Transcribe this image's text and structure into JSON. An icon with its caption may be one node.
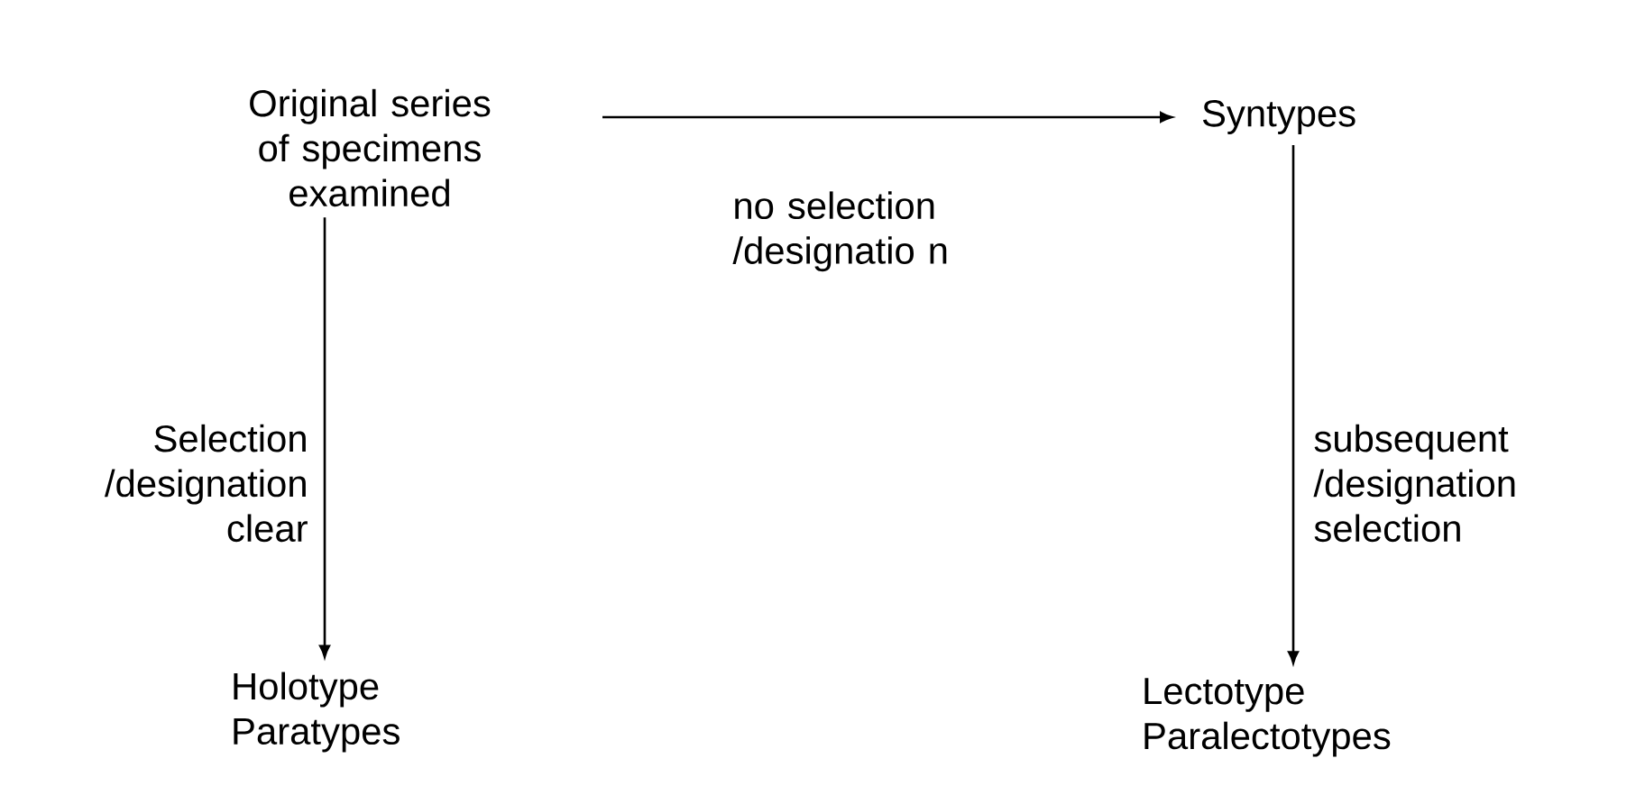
{
  "diagram": {
    "nodes": [
      {
        "text": [
          "Original series of specimens examined"
        ]
      },
      {
        "text": [
          "Syntypes"
        ]
      },
      {
        "text": [
          "Holotype Paratypes"
        ]
      },
      {
        "text": [
          "Lectotype Paralectotypes"
        ]
      }
    ],
    "edges": [
      {
        "from": 0,
        "to": 1,
        "arrow": "to",
        "label": "no selection /designatio n"
      },
      {
        "from": 0,
        "to": 2,
        "arrow": "to",
        "label": "Selection /designation clear"
      },
      {
        "from": 1,
        "to": 3,
        "arrow": "to",
        "label": "subsequent /designation selection"
      }
    ]
  }
}
